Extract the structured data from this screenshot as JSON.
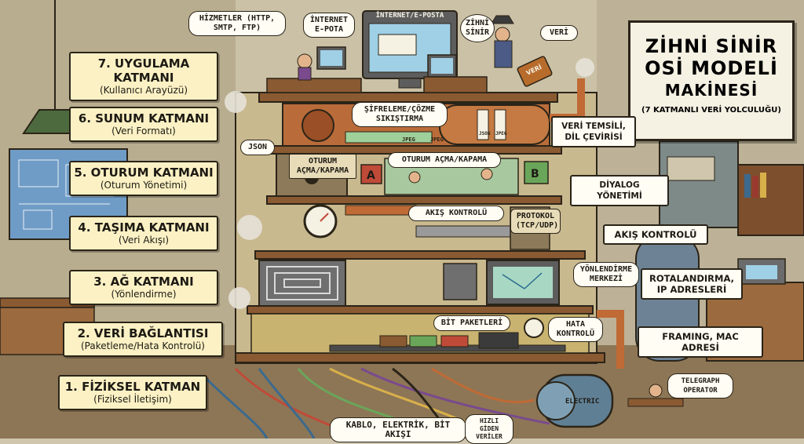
{
  "title": {
    "line1": "ZİHNİ SİNİR",
    "line2": "OSİ MODELİ",
    "line3": "MAKİNESİ",
    "subtitle": "(7 KATMANLI VERİ YOLCULUĞU)"
  },
  "layers": [
    {
      "name": "7. UYGULAMA KATMANI",
      "desc": "(Kullanıcı Arayüzü)"
    },
    {
      "name": "6. SUNUM KATMANI",
      "desc": "(Veri Formatı)"
    },
    {
      "name": "5. OTURUM KATMANI",
      "desc": "(Oturum Yönetimi)"
    },
    {
      "name": "4. TAŞIMA KATMANI",
      "desc": "(Veri Akışı)"
    },
    {
      "name": "3. AĞ KATMANI",
      "desc": "(Yönlendirme)"
    },
    {
      "name": "2. VERİ BAĞLANTISI",
      "desc": "(Paketleme/Hata Kontrolü)"
    },
    {
      "name": "1. FİZİKSEL KATMAN",
      "desc": "(Fiziksel İletişim)"
    }
  ],
  "right_labels": {
    "veri_temsili": "VERİ TEMSİLİ, DİL ÇEVİRİSİ",
    "diyalog": "DİYALOG YÖNETİMİ",
    "akis": "AKIŞ KONTROLÜ",
    "rotalandirma": "ROTALANDIRMA, IP ADRESLERİ",
    "framing": "FRAMING, MAC ADRESİ"
  },
  "callouts": {
    "hizmetler": "HİZMETLER (HTTP, SMTP, FTP)",
    "internet_eposta": "İNTERNET E-POTA",
    "monitor_title": "İNTERNET/E-POSTA",
    "zihni_sinir": "ZİHNİ SİNİR",
    "veri": "VERİ",
    "sifreleme": "ŞİFRELEME/ÇÖZME SIKIŞTIRMA",
    "json": "JSON",
    "oturum_acma_kapama": "OTURUM AÇMA/KAPAMA",
    "oturum_acma_kapama_2": "OTURUM AÇMA/KAPAMA",
    "akis_kontrolu": "AKIŞ KONTROLÜ",
    "protokol": "PROTOKOL (TCP/UDP)",
    "yonlendirme_merkezi": "YÖNLENDİRME MERKEZİ",
    "bit_paketleri": "BİT PAKETLERİ",
    "hata_kontrolu": "HATA KONTROLÜ",
    "kablo": "KABLO, ELEKTRİK, BİT AKIŞI",
    "hizli_giden": "HIZLI GİDEN VERİLER",
    "telegraph": "TELEGRAPH OPERATOR"
  },
  "machine_text": {
    "jpeg": "JPEG",
    "json_small": "JSON",
    "jpeg_small": "JPEG",
    "jpeg_right": "JPEG",
    "box_a": "A",
    "box_b": "B",
    "electric": "ELECTRIC",
    "veri_bag": "VERİ"
  },
  "colors": {
    "label_fill": "#fbf1c4",
    "ink": "#2b2418",
    "copper": "#c06a35",
    "wood": "#8a5a32",
    "screen": "#9fd0e6",
    "wall": "#cfc6ad"
  }
}
